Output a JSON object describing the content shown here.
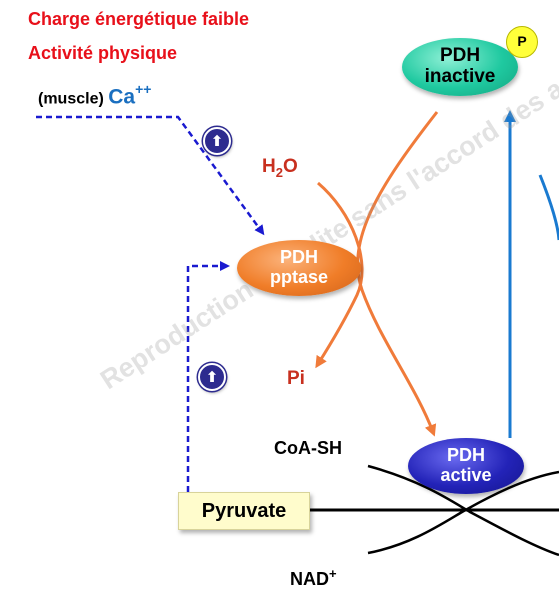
{
  "titles": {
    "line1": "Charge énergétique faible",
    "line2": "Activité physique"
  },
  "calcium": {
    "context": "(muscle)",
    "ion": "Ca",
    "charge": "++"
  },
  "water": {
    "base": "H",
    "sub": "2",
    "tail": "O"
  },
  "phosphate": "Pi",
  "coa": "CoA-SH",
  "nad": {
    "base": "NAD",
    "charge": "+"
  },
  "pyruvate": "Pyruvate",
  "phospho_badge": "P",
  "up_icon": "⬆",
  "nodes": {
    "inactive": {
      "line1": "PDH",
      "line2": "inactive",
      "color": "#1fc9a0"
    },
    "pptase": {
      "line1": "PDH",
      "line2": "pptase",
      "color": "#f07d28"
    },
    "active": {
      "line1": "PDH",
      "line2": "active",
      "color": "#2323b8"
    }
  },
  "watermark": "Reproduction interdite sans l'accord des auteurs",
  "colors": {
    "title_red": "#e8101a",
    "calcium_blue": "#1a6fc0",
    "dashed_blue": "#1a1ad0",
    "orange": "#f07b3a",
    "arrow_blue": "#1a7ad0",
    "pi_red": "#c8301f",
    "pyruvate_bg": "#fffccc"
  }
}
